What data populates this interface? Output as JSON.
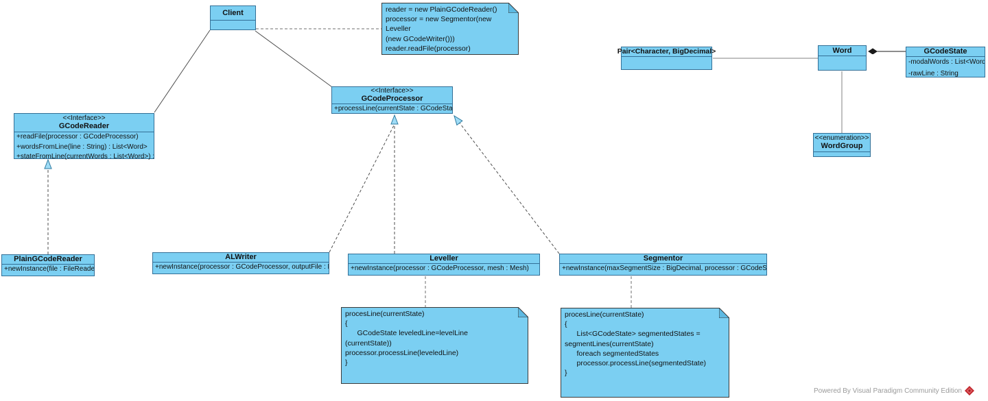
{
  "classes": {
    "client": {
      "name": "Client"
    },
    "gcode_processor": {
      "stereotype": "<<Interface>>",
      "name": "GCodeProcessor",
      "operations": [
        "+processLine(currentState : GCodeState)"
      ]
    },
    "gcode_reader": {
      "stereotype": "<<Interface>>",
      "name": "GCodeReader",
      "operations": [
        "+readFile(processor : GCodeProcessor)",
        "+wordsFromLine(line : String) : List<Word>",
        "+stateFromLine(currentWords : List<Word>) : ..."
      ]
    },
    "pair": {
      "name": "Pair<Character, BigDecimal>"
    },
    "word": {
      "name": "Word"
    },
    "gcode_state": {
      "name": "GCodeState",
      "attributes": [
        "-modalWords : List<Word>",
        "-rawLine : String"
      ]
    },
    "word_group": {
      "stereotype": "<<enumeration>>",
      "name": "WordGroup"
    },
    "plain_gcode_reader": {
      "name": "PlainGCodeReader",
      "operations": [
        "+newInstance(file : FileReader)"
      ]
    },
    "al_writer": {
      "name": "ALWriter",
      "operations": [
        "+newInstance(processor : GCodeProcessor, outputFile : File)"
      ]
    },
    "leveller": {
      "name": "Leveller",
      "operations": [
        "+newInstance(processor : GCodeProcessor, mesh : Mesh)"
      ]
    },
    "segmentor": {
      "name": "Segmentor",
      "operations": [
        "+newInstance(maxSegmentSize : BigDecimal, processor : GCodeState)"
      ]
    }
  },
  "notes": {
    "client": "reader = new PlainGCodeReader()\nprocessor = new Segmentor(new Leveller\n(new GCodeWriter()))\nreader.readFile(processor)",
    "leveller": "procesLine(currentState)\n{\n      GCodeState leveledLine=levelLine\n(currentState))            processor.processLine(leveledLine)\n}",
    "segmentor": "procesLine(currentState)\n{\n      List<GCodeState> segmentedStates =\nsegmentLines(currentState)\n      foreach segmentedStates\n      processor.processLine(segmentedState)\n}"
  },
  "footer": {
    "text": "Powered By Visual Paradigm Community Edition"
  },
  "colors": {
    "box_fill": "#7bcff2",
    "box_border": "#336f96",
    "line_dark": "#4d4d4d",
    "line_gray": "#808080",
    "logo_red": "#c0272d"
  }
}
